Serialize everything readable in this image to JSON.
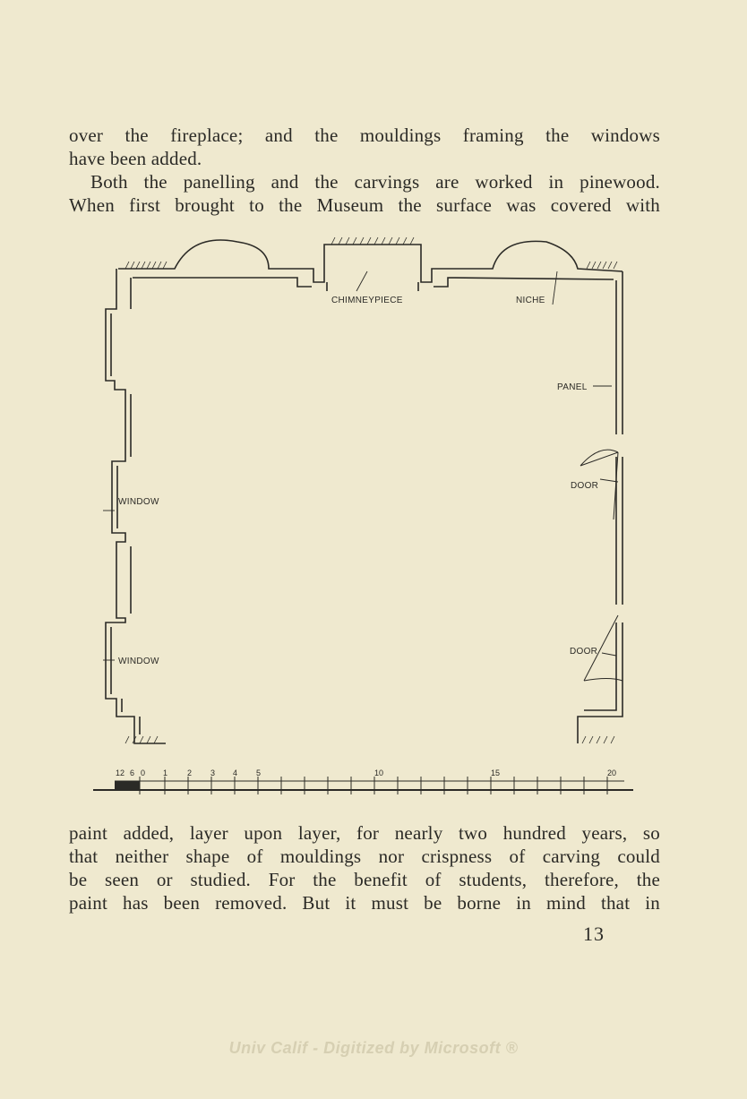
{
  "top_text": {
    "lines": [
      "over the fireplace; and the mouldings framing the windows",
      "have been added.",
      "Both the panelling and the carvings are worked in pinewood.",
      "When first brought to the Museum the surface was covered with"
    ]
  },
  "plan": {
    "labels": {
      "chimneypiece": "CHIMNEYPIECE",
      "niche": "NICHE",
      "panel": "PANEL",
      "door_upper": "DOOR",
      "door_lower": "DOOR",
      "window_upper": "WINDOW",
      "window_lower": "WINDOW"
    },
    "scale_marks": [
      "12",
      "6",
      "0",
      "1",
      "2",
      "3",
      "4",
      "5",
      "10",
      "15",
      "20"
    ]
  },
  "bottom_text": {
    "lines": [
      "paint added, layer upon layer, for nearly two hundred years, so",
      "that neither shape of mouldings nor crispness of carving could",
      "be seen or studied. For the benefit of students, therefore, the",
      "paint has been removed. But it must be borne in mind that in"
    ]
  },
  "page_number": "13",
  "watermark": "Univ Calif - Digitized by Microsoft ®"
}
